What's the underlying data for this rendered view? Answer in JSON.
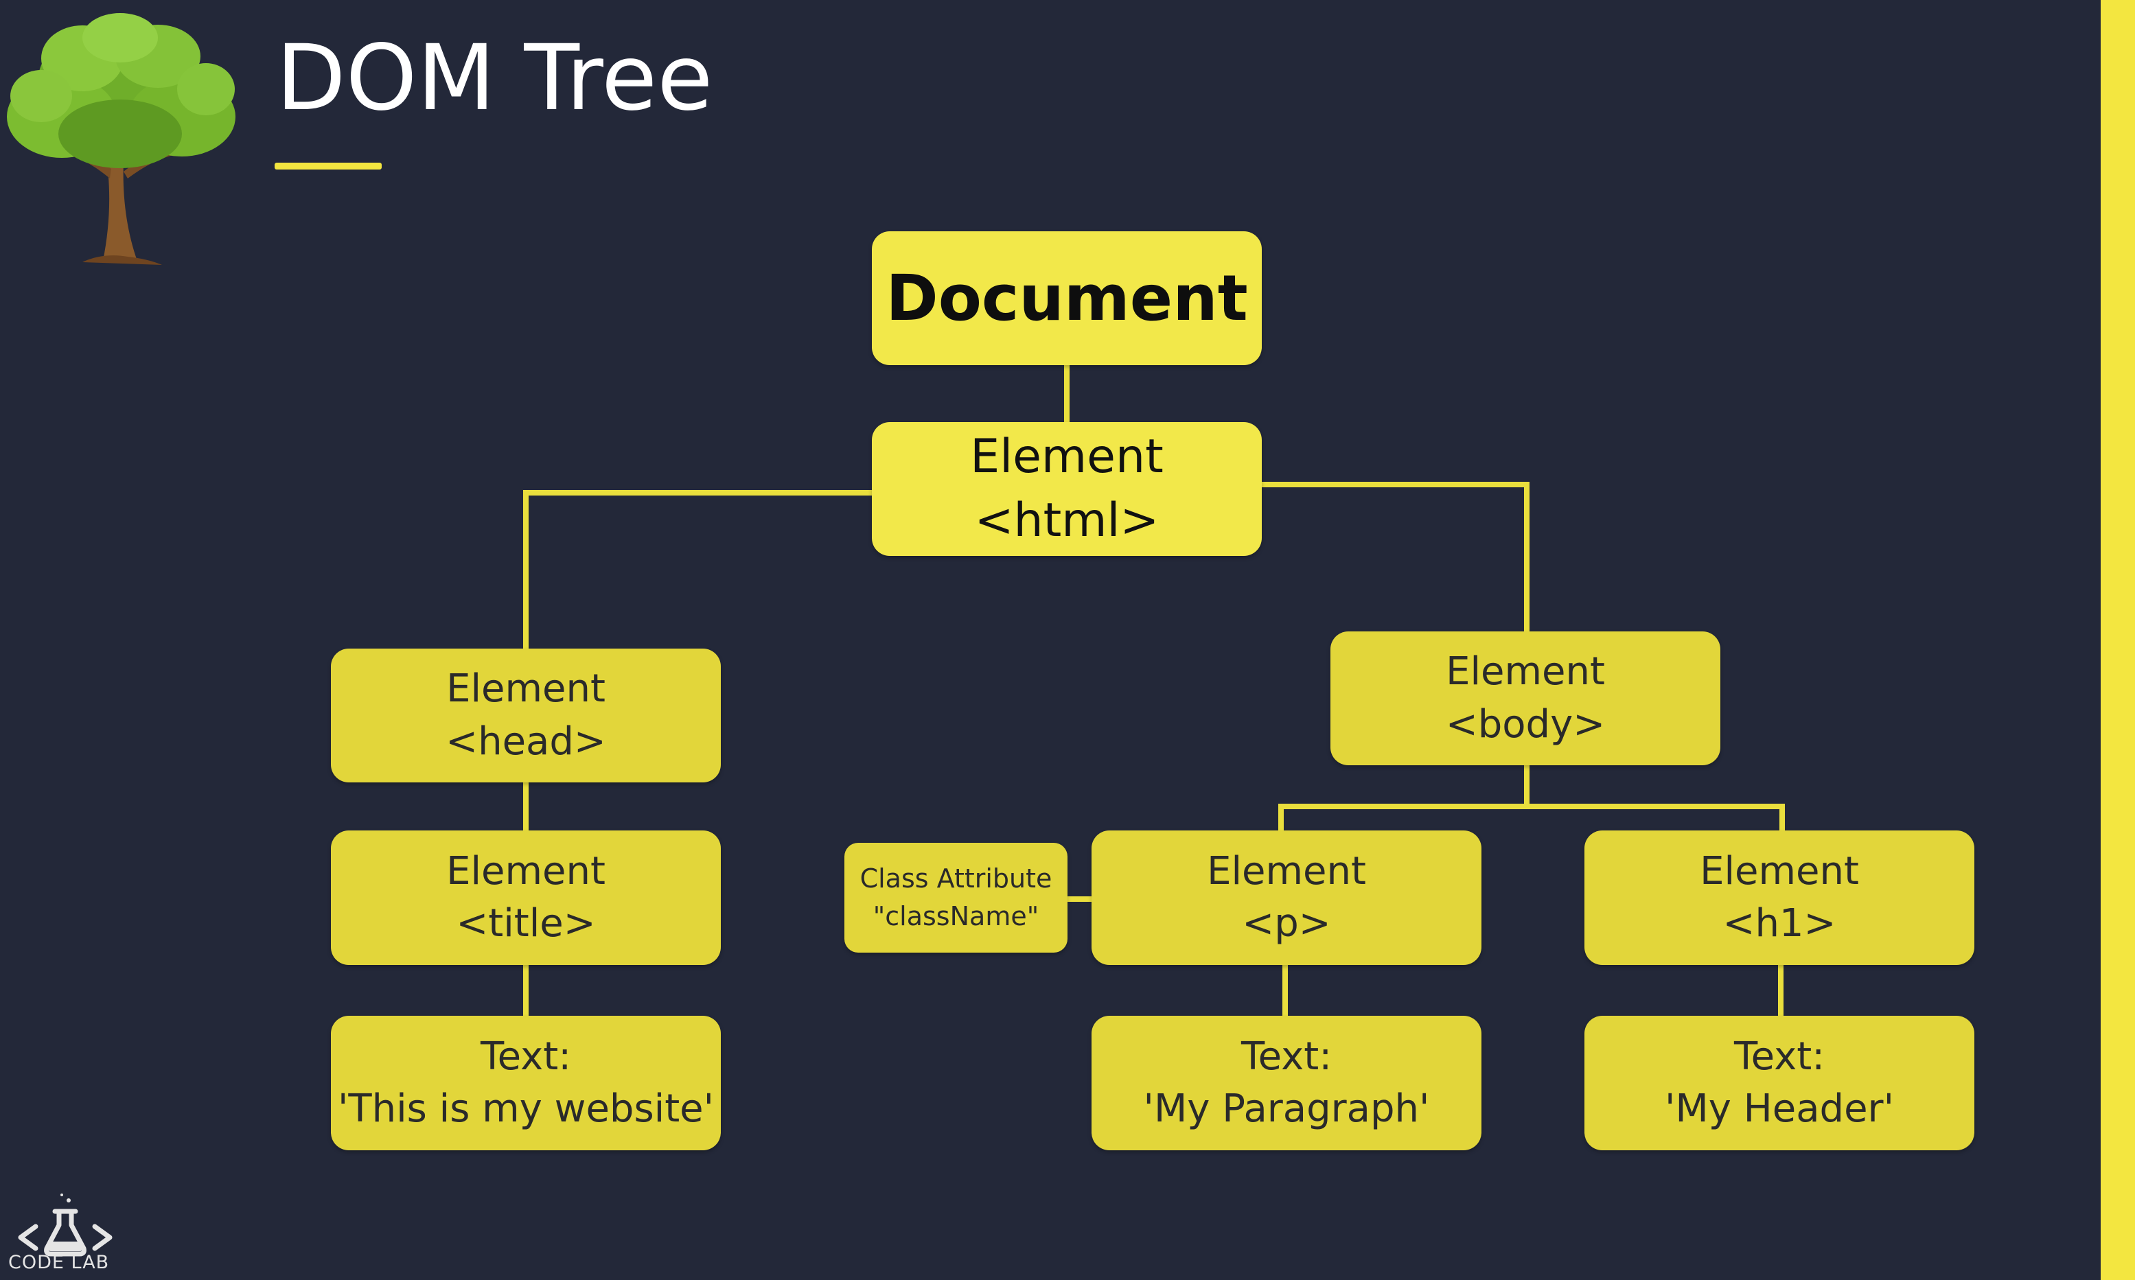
{
  "slide": {
    "title": "DOM Tree"
  },
  "nodes": {
    "document": {
      "line1": "Document"
    },
    "html": {
      "line1": "Element",
      "line2": "<html>"
    },
    "head": {
      "line1": "Element",
      "line2": "<head>"
    },
    "title_el": {
      "line1": "Element",
      "line2": "<title>"
    },
    "text_title": {
      "line1": "Text:",
      "line2": "'This is my website'"
    },
    "body": {
      "line1": "Element",
      "line2": "<body>"
    },
    "class_attr": {
      "line1": "Class Attribute",
      "line2": "\"className\""
    },
    "p": {
      "line1": "Element",
      "line2": "<p>"
    },
    "h1": {
      "line1": "Element",
      "line2": "<h1>"
    },
    "text_p": {
      "line1": "Text:",
      "line2": "'My Paragraph'"
    },
    "text_h1": {
      "line1": "Text:",
      "line2": "'My Header'"
    }
  },
  "logo": {
    "text": "CODE LAB",
    "icon": "flask-code-icon"
  },
  "colors": {
    "background": "#232839",
    "accent": "#f3e640",
    "node": "#eadf3d"
  }
}
